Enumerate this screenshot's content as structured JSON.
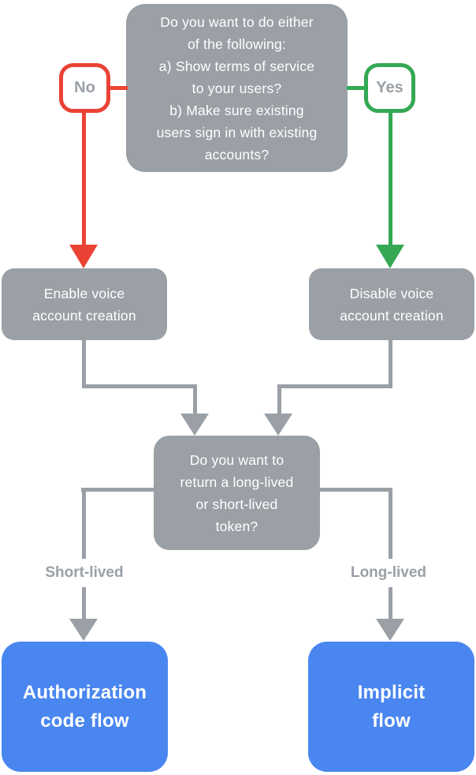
{
  "colors": {
    "node-gray": "#9AA0A6",
    "edge-red": "#EA4335",
    "edge-green": "#34A853",
    "terminal-blue": "#4A86F0",
    "label-gray": "#9AA0A6",
    "white": "#FFFFFF"
  },
  "nodes": {
    "question_tos": {
      "text": "Do you want to do either\nof the following:\na) Show terms of service\nto your users?\nb) Make sure existing\nusers sign in with existing\naccounts?"
    },
    "enable_voice": {
      "text": "Enable voice\naccount creation"
    },
    "disable_voice": {
      "text": "Disable voice\naccount creation"
    },
    "question_token": {
      "text": "Do you want to\nreturn a long-lived\nor short-lived\ntoken?"
    },
    "authorization_code_flow": {
      "text": "Authorization\ncode flow"
    },
    "implicit_flow": {
      "text": "Implicit\nflow"
    }
  },
  "edge_labels": {
    "no": "No",
    "yes": "Yes",
    "short_lived": "Short-lived",
    "long_lived": "Long-lived"
  }
}
